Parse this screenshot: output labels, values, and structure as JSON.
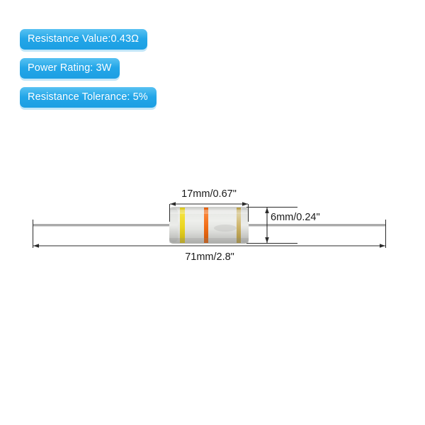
{
  "spec_badges": {
    "accent_color": "#23a6e8",
    "text_color": "#ffffff",
    "items": [
      {
        "name": "resistance-value",
        "label": "Resistance Value:0.43Ω"
      },
      {
        "name": "power-rating",
        "label": "Power Rating: 3W"
      },
      {
        "name": "resistance-tolerance",
        "label": "Resistance Tolerance: 5%"
      }
    ]
  },
  "diagram": {
    "title": "axial-lead-resistor-dimension-drawing",
    "dimensions": {
      "body_length": "17mm/0.67\"",
      "body_diameter": "6mm/0.24\"",
      "overall_length": "71mm/2.8\""
    },
    "component": {
      "body_color": "#d8d9d6",
      "lead_color": "#9a9a9a",
      "bands": [
        {
          "name": "band-1",
          "color": "#e8d21e"
        },
        {
          "name": "band-2",
          "color": "#ef6a14"
        },
        {
          "name": "band-3",
          "color": "#c9a94a"
        }
      ]
    },
    "line_color": "#2b2b2b"
  }
}
